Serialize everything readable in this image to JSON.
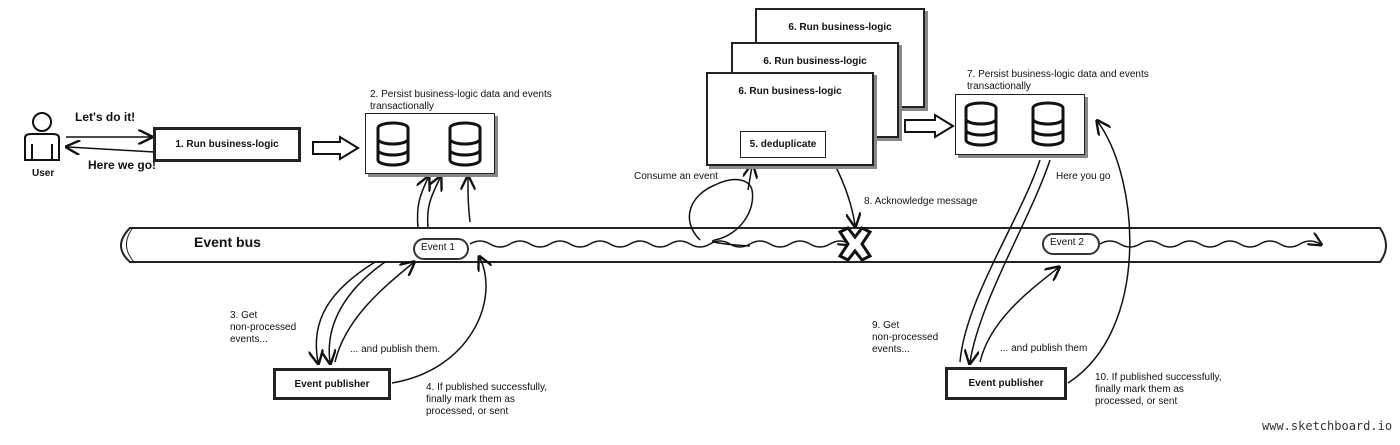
{
  "user": {
    "label": "User"
  },
  "speech": {
    "request": "Let's do it!",
    "response": "Here we go!"
  },
  "steps": {
    "s1": "1. Run business-logic",
    "s2": "2. Persist business-logic data and events\ntransactionally",
    "s3": "3. Get\nnon-processed\nevents...",
    "s3b": "... and publish them.",
    "s4": "4. If published successfully,\nfinally mark them as\nprocessed, or sent",
    "s5": "5. deduplicate",
    "s6": "6. Run business-logic",
    "s7": "7. Persist business-logic data and events\ntransactionally",
    "s8": "8. Acknowledge message",
    "s9": "9. Get\nnon-processed\nevents...",
    "s9b": "... and publish them",
    "s10": "10. If published successfully,\nfinally mark them as\nprocessed, or sent"
  },
  "labels": {
    "consume": "Consume an event",
    "here_you_go": "Here you go",
    "event_bus": "Event bus",
    "event1": "Event 1",
    "event2": "Event 2",
    "publisher": "Event publisher"
  },
  "watermark": "www.sketchboard.io"
}
